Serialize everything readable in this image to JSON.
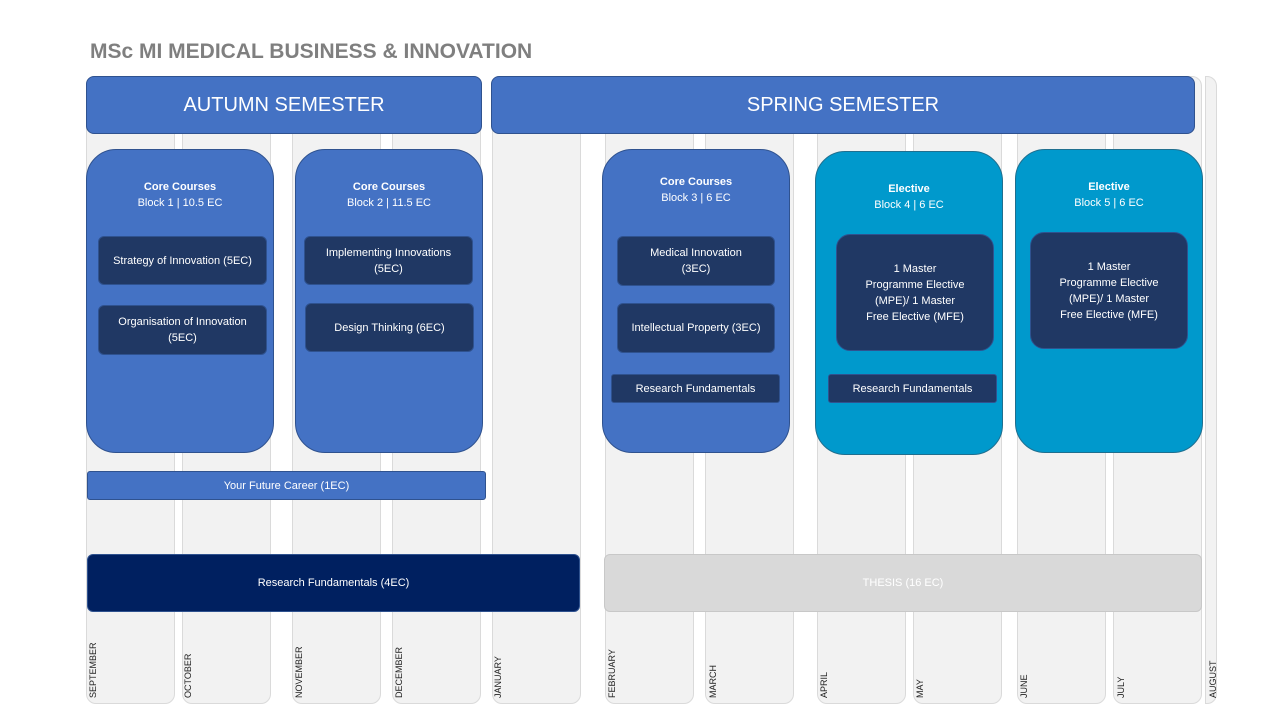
{
  "title": "MSc MI MEDICAL BUSINESS & INNOVATION",
  "semesters": {
    "autumn": "AUTUMN SEMESTER",
    "spring": "SPRING SEMESTER"
  },
  "months": [
    "SEPTEMBER",
    "OCTOBER",
    "NOVEMBER",
    "DECEMBER",
    "JANUARY",
    "FEBRUARY",
    "MARCH",
    "APRIL",
    "MAY",
    "JUNE",
    "JULY",
    "AUGUST"
  ],
  "blocks": [
    {
      "type": "Core Courses",
      "sub": "Block 1 | 10.5 EC",
      "courses": [
        "Strategy of Innovation (5EC)",
        "Organisation of Innovation (5EC)"
      ]
    },
    {
      "type": "Core Courses",
      "sub": "Block 2 | 11.5 EC",
      "courses": [
        "Implementing Innovations (5EC)",
        "Design Thinking (6EC)"
      ]
    },
    {
      "type": "Core Courses",
      "sub": "Block 3 | 6 EC",
      "courses": [
        "Medical Innovation (3EC)",
        "Intellectual Property (3EC)",
        "Research Fundamentals"
      ]
    },
    {
      "type": "Elective",
      "sub": "Block 4 | 6 EC",
      "courses": [
        "1 Master Programme Elective (MPE)/ 1 Master Free Elective (MFE)",
        "Research Fundamentals"
      ]
    },
    {
      "type": "Elective",
      "sub": "Block 5 | 6 EC",
      "courses": [
        "1 Master Programme Elective (MPE)/ 1 Master Free Elective (MFE)"
      ]
    }
  ],
  "bars": {
    "career": "Your Future Career (1EC)",
    "research": "Research Fundamentals (4EC)",
    "thesis": "THESIS (16 EC)"
  },
  "colors": {
    "core": "#4472c4",
    "elective": "#0099cc",
    "course": "#203864",
    "research_bar": "#002060",
    "thesis_bar": "#d9d9d9"
  }
}
